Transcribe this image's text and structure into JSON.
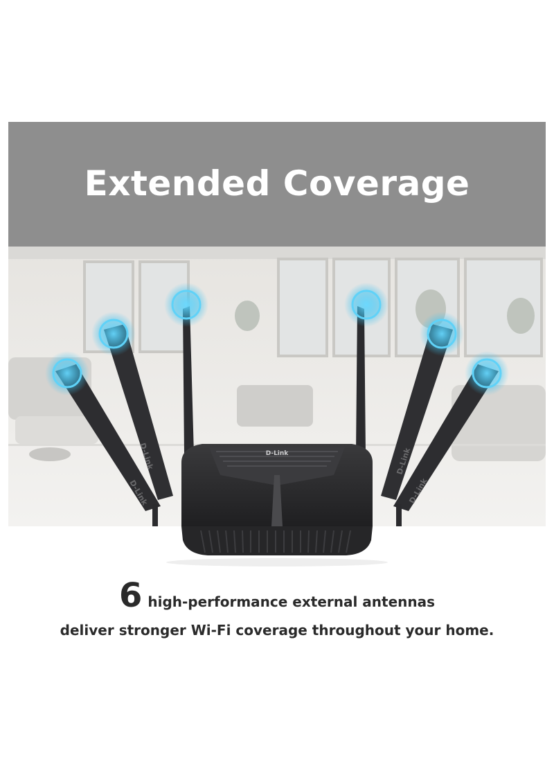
{
  "banner": {
    "title": "Extended Coverage"
  },
  "router": {
    "brand": "D-Link",
    "antenna_brand": "D-Link",
    "antenna_count": 6
  },
  "caption": {
    "number": "6",
    "line1": "high-performance external antennas",
    "line2": "deliver stronger Wi-Fi coverage throughout your home."
  },
  "colors": {
    "banner_bg": "#8e8e8e",
    "signal_glow": "#3fc3f0",
    "router_body": "#2b2b2d",
    "text": "#2a2a2a"
  }
}
